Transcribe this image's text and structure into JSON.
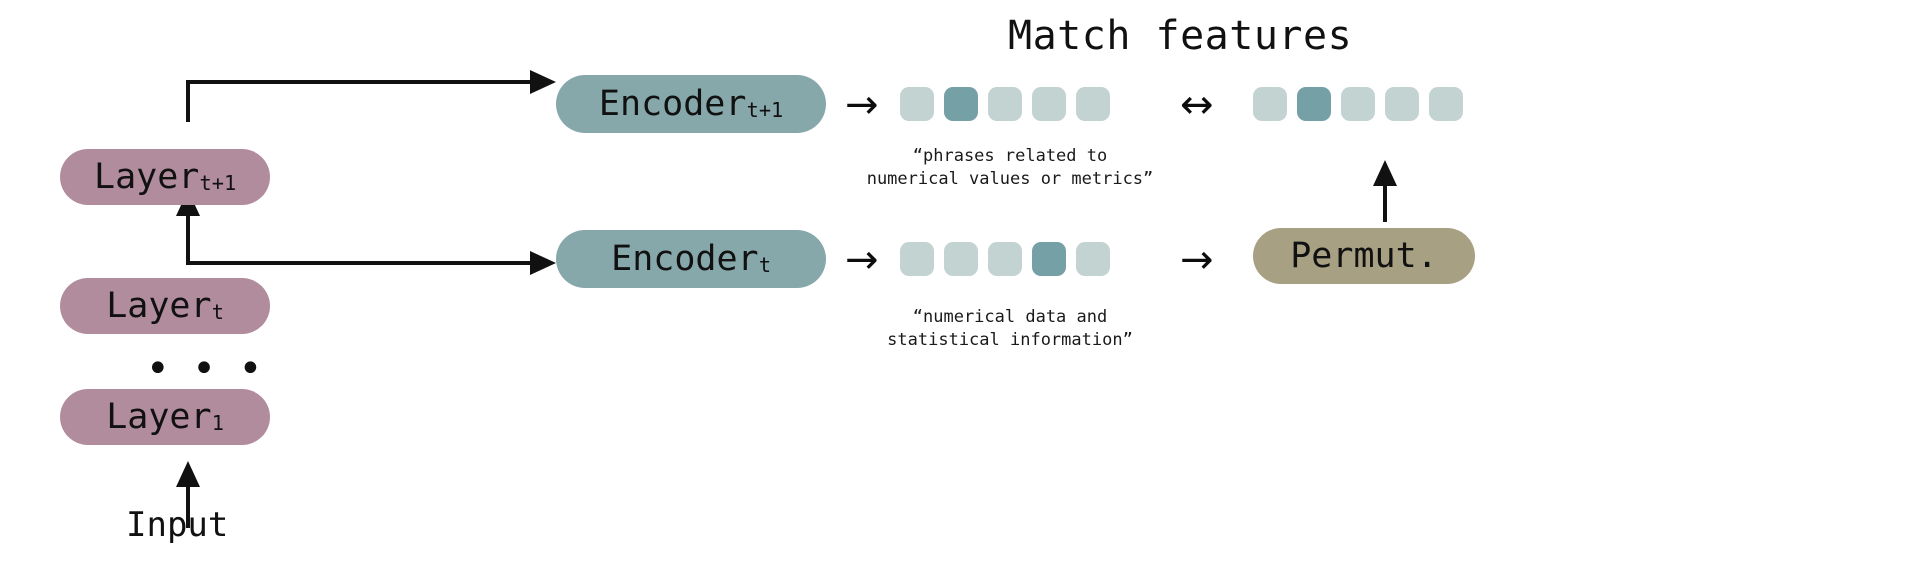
{
  "diagram": {
    "title": "Match features",
    "stack": {
      "layers": [
        {
          "name": "Layer",
          "subscript": "t+1"
        },
        {
          "name": "Layer",
          "subscript": "t"
        },
        {
          "name": "Layer",
          "subscript": "1"
        }
      ],
      "ellipsis": "• • •",
      "input_label": "Input"
    },
    "encoders": [
      {
        "name": "Encoder",
        "subscript": "t+1"
      },
      {
        "name": "Encoder",
        "subscript": "t"
      }
    ],
    "permutation": {
      "label": "Permut."
    },
    "captions": {
      "top": "“phrases related to\nnumerical values or metrics”",
      "bottom": "“numerical data and\nstatistical information”"
    },
    "feature_groups": [
      {
        "id": "top-left",
        "count": 5,
        "highlight_index": 1,
        "states": [
          "dim",
          "hot",
          "dim",
          "dim",
          "dim"
        ]
      },
      {
        "id": "top-right",
        "count": 5,
        "highlight_index": 1,
        "states": [
          "dim",
          "hot",
          "dim",
          "dim",
          "dim"
        ]
      },
      {
        "id": "bottom",
        "count": 5,
        "highlight_index": 3,
        "states": [
          "dim",
          "dim",
          "dim",
          "hot",
          "dim"
        ]
      }
    ],
    "arrows": {
      "right": "→",
      "bidirectional": "↔",
      "up": "↑"
    },
    "colors": {
      "layer": "#b18c9c",
      "encoder": "#87a8ab",
      "permut": "#a8a083",
      "feature_dim": "#c3d3d1",
      "feature_hot": "#74a0a6",
      "stroke": "#111111",
      "background": "#ffffff"
    }
  }
}
